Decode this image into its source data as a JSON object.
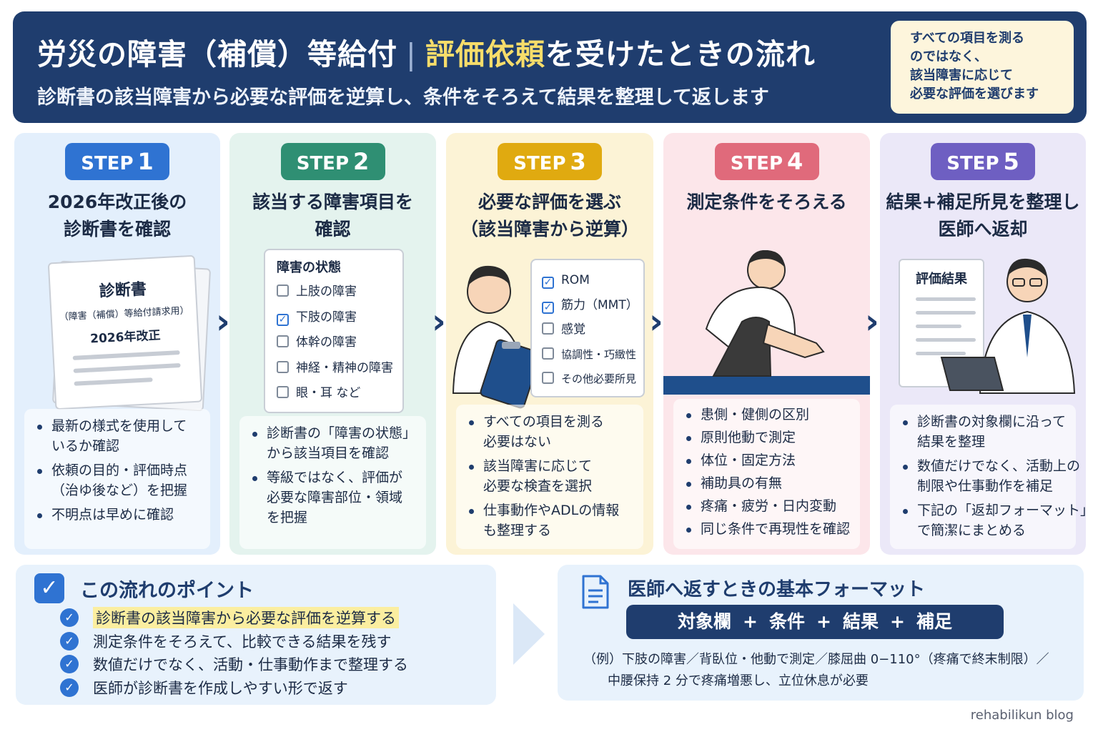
{
  "header": {
    "title_main": "労災の障害（補償）等給付",
    "title_sep": "|",
    "title_highlight": "評価依頼",
    "title_tail": "を受けたときの流れ",
    "subtitle": "診断書の該当障害から必要な評価を逆算し、条件をそろえて結果を整理して返します",
    "note_lines": [
      "すべての項目を測る",
      "のではなく、",
      "該当障害に応じて",
      "必要な評価を選びます"
    ]
  },
  "steps": [
    {
      "badge": "STEP",
      "number": "1",
      "title_lines": [
        "2026年改正後の",
        "診断書を確認"
      ],
      "doc": {
        "title": "診断書",
        "subtitle": "（障害（補償）等給付請求用）",
        "year": "2026年改正"
      },
      "bullets": [
        [
          "最新の様式を使用して",
          "いるか確認"
        ],
        [
          "依頼の目的・評価時点",
          "（治ゆ後など）を把握"
        ],
        [
          "不明点は早めに確認"
        ]
      ]
    },
    {
      "badge": "STEP",
      "number": "2",
      "title_lines": [
        "該当する障害項目を",
        "確認"
      ],
      "checklist": {
        "head": "障害の状態",
        "items": [
          {
            "label": "上肢の障害",
            "checked": false
          },
          {
            "label": "下肢の障害",
            "checked": true
          },
          {
            "label": "体幹の障害",
            "checked": false
          },
          {
            "label": "神経・精神の障害",
            "checked": false
          },
          {
            "label": "眼・耳 など",
            "checked": false
          }
        ]
      },
      "bullets": [
        [
          "診断書の「障害の状態」",
          "から該当項目を確認"
        ],
        [
          "等級ではなく、評価が",
          "必要な障害部位・領域",
          "を把握"
        ]
      ]
    },
    {
      "badge": "STEP",
      "number": "3",
      "title_lines": [
        "必要な評価を選ぶ",
        "（該当障害から逆算）"
      ],
      "checklist": {
        "items": [
          {
            "label": "ROM",
            "checked": true
          },
          {
            "label": "筋力（MMT）",
            "checked": true
          },
          {
            "label": "感覚",
            "checked": false
          },
          {
            "label": "協調性・巧緻性",
            "checked": false
          },
          {
            "label": "その他必要所見",
            "checked": false
          }
        ]
      },
      "bullets": [
        [
          "すべての項目を測る",
          "必要はない"
        ],
        [
          "該当障害に応じて",
          "必要な検査を選択"
        ],
        [
          "仕事動作やADLの情報",
          "も整理する"
        ]
      ]
    },
    {
      "badge": "STEP",
      "number": "4",
      "title_lines": [
        "測定条件をそろえる"
      ],
      "bullets": [
        [
          "患側・健側の区別"
        ],
        [
          "原則他動で測定"
        ],
        [
          "体位・固定方法"
        ],
        [
          "補助具の有無"
        ],
        [
          "疼痛・疲労・日内変動"
        ],
        [
          "同じ条件で再現性を確認"
        ]
      ]
    },
    {
      "badge": "STEP",
      "number": "5",
      "title_lines": [
        "結果+補足所見を整理し",
        "医師へ返却"
      ],
      "doc": {
        "title": "評価結果"
      },
      "bullets": [
        [
          "診断書の対象欄に沿って",
          "結果を整理"
        ],
        [
          "数値だけでなく、活動上の",
          "制限や仕事動作を補足"
        ],
        [
          "下記の「返却フォーマット」",
          "で簡潔にまとめる"
        ]
      ]
    }
  ],
  "points": {
    "title": "この流れのポイント",
    "items": [
      "診断書の該当障害から必要な評価を逆算する",
      "測定条件をそろえて、比較できる結果を残す",
      "数値だけでなく、活動・仕事動作まで整理する",
      "医師が診断書を作成しやすい形で返す"
    ]
  },
  "format": {
    "title": "医師へ返すときの基本フォーマット",
    "parts": [
      "対象欄",
      "条件",
      "結果",
      "補足"
    ],
    "plus": "+",
    "example_lines": [
      "（例）下肢の障害／背臥位・他動で測定／膝屈曲 0−110°（疼痛で終末制限）／",
      "中腰保持 2 分で疼痛増悪し、立位休息が必要"
    ]
  },
  "footer": "rehabilikun blog",
  "colors": {
    "navy": "#1f3d6e",
    "highlight_yellow": "#f7dd6a",
    "step1": "#2f73d2",
    "step2": "#2f8f73",
    "step3": "#e0aa10",
    "step4": "#e06a7b",
    "step5": "#6e5fc2"
  },
  "icons": [
    "chevron-right-icon",
    "check-icon",
    "checkbox-icon",
    "document-icon"
  ]
}
